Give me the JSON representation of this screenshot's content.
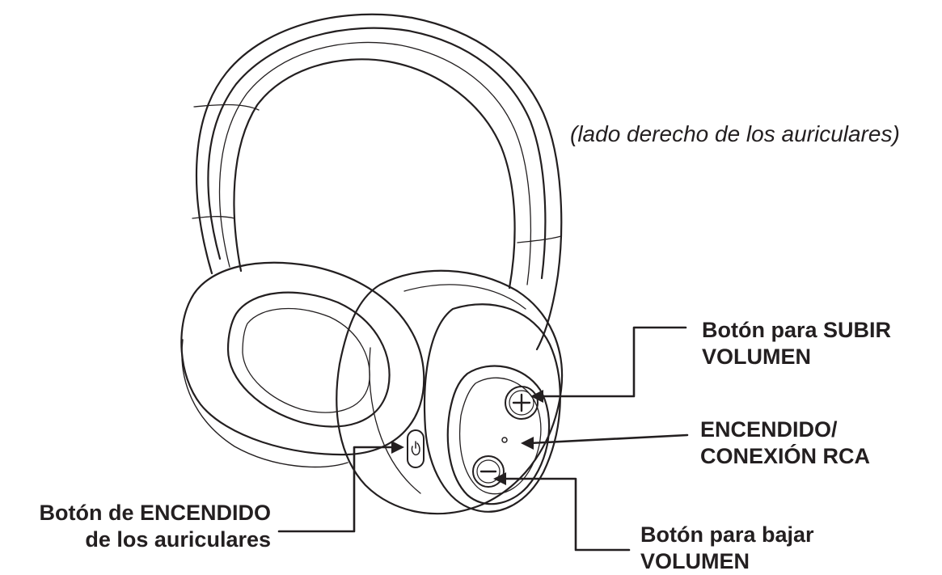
{
  "side_note": "(lado derecho de los auriculares)",
  "callouts": {
    "volume_up": {
      "line1": "Botón para SUBIR",
      "line2": "VOLUMEN"
    },
    "power_rca": {
      "line1": "ENCENDIDO/",
      "line2": "CONEXIÓN RCA"
    },
    "volume_down": {
      "line1": "Botón para bajar",
      "line2": "VOLUMEN"
    },
    "headset_power": {
      "line1": "Botón de ENCENDIDO",
      "line2": "de los auriculares"
    }
  },
  "icons": {
    "plus_button": "plus-icon",
    "minus_button": "minus-icon",
    "power_button": "power-icon"
  },
  "colors": {
    "ink": "#231f20",
    "background": "#ffffff"
  }
}
